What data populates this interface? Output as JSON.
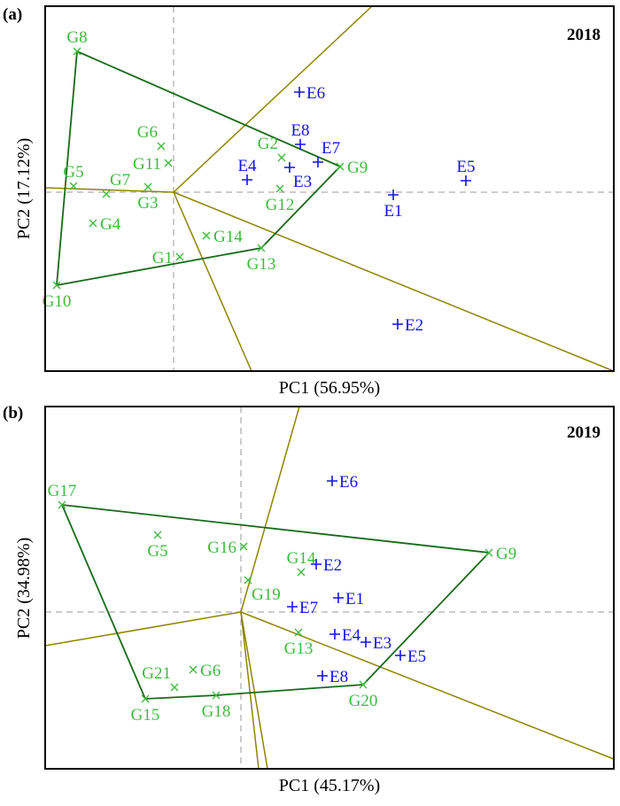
{
  "colors": {
    "genotype": "#3dbb3d",
    "environment": "#1414e6",
    "hull": "#176a17",
    "rays": "#8c8500",
    "axis_ref": "#bbbbbb"
  },
  "chart_data": [
    {
      "type": "scatter",
      "panel_label": "(a)",
      "title": "2018",
      "xlabel": "PC1 (56.95%)",
      "ylabel": "PC2 (17.12%)",
      "xlim": [
        -2.9,
        9.94
      ],
      "ylim": [
        -4.04,
        4.2
      ],
      "grid": false,
      "genotypes": [
        {
          "name": "G8",
          "x": -2.18,
          "y": 3.18,
          "label": "above"
        },
        {
          "name": "G6",
          "x": -0.28,
          "y": 1.04,
          "label": "aboveleft"
        },
        {
          "name": "G11",
          "x": -0.12,
          "y": 0.66,
          "label": "left"
        },
        {
          "name": "G5",
          "x": -2.26,
          "y": 0.14,
          "label": "above"
        },
        {
          "name": "G7",
          "x": -1.52,
          "y": -0.04,
          "label": "aboveright"
        },
        {
          "name": "G3",
          "x": -0.58,
          "y": 0.12,
          "label": "below"
        },
        {
          "name": "G4",
          "x": -1.82,
          "y": -0.7,
          "label": "right"
        },
        {
          "name": "G1",
          "x": 0.14,
          "y": -1.46,
          "label": "left"
        },
        {
          "name": "G14",
          "x": 0.74,
          "y": -0.98,
          "label": "right"
        },
        {
          "name": "G13",
          "x": 1.98,
          "y": -1.26,
          "label": "below"
        },
        {
          "name": "G10",
          "x": -2.64,
          "y": -2.1,
          "label": "below"
        },
        {
          "name": "G2",
          "x": 2.44,
          "y": 0.78,
          "label": "aboveleft"
        },
        {
          "name": "G12",
          "x": 2.4,
          "y": 0.08,
          "label": "below"
        },
        {
          "name": "G9",
          "x": 3.76,
          "y": 0.58,
          "label": "right"
        }
      ],
      "environments": [
        {
          "name": "E4",
          "x": 1.66,
          "y": 0.28,
          "label": "above"
        },
        {
          "name": "E3",
          "x": 2.62,
          "y": 0.56,
          "label": "belowright"
        },
        {
          "name": "E8",
          "x": 2.86,
          "y": 1.08,
          "label": "above"
        },
        {
          "name": "E7",
          "x": 3.26,
          "y": 0.68,
          "label": "aboveright"
        },
        {
          "name": "E6",
          "x": 2.84,
          "y": 2.26,
          "label": "right"
        },
        {
          "name": "E5",
          "x": 6.6,
          "y": 0.26,
          "label": "above"
        },
        {
          "name": "E1",
          "x": 4.96,
          "y": -0.06,
          "label": "below"
        },
        {
          "name": "E2",
          "x": 5.06,
          "y": -2.98,
          "label": "right"
        }
      ],
      "hull": [
        "G8",
        "G9",
        "G13",
        "G10"
      ],
      "sector_rays": [
        [
          -2.9,
          0.1
        ],
        [
          4.48,
          4.2
        ],
        [
          9.94,
          -4.04
        ],
        [
          1.76,
          -4.04
        ]
      ]
    },
    {
      "type": "scatter",
      "panel_label": "(b)",
      "title": "2019",
      "xlabel": "PC1 (45.17%)",
      "ylabel": "PC2 (34.98%)",
      "xlim": [
        -4.42,
        8.42
      ],
      "ylim": [
        -3.54,
        4.64
      ],
      "grid": false,
      "genotypes": [
        {
          "name": "G17",
          "x": -4.04,
          "y": 2.42,
          "label": "above"
        },
        {
          "name": "G5",
          "x": -1.88,
          "y": 1.74,
          "label": "below"
        },
        {
          "name": "G16",
          "x": 0.06,
          "y": 1.48,
          "label": "left"
        },
        {
          "name": "G14",
          "x": 1.36,
          "y": 0.9,
          "label": "above"
        },
        {
          "name": "G19",
          "x": 0.16,
          "y": 0.72,
          "label": "belowright"
        },
        {
          "name": "G9",
          "x": 5.6,
          "y": 1.34,
          "label": "right"
        },
        {
          "name": "G13",
          "x": 1.3,
          "y": -0.46,
          "label": "below"
        },
        {
          "name": "G6",
          "x": -1.08,
          "y": -1.3,
          "label": "right"
        },
        {
          "name": "G21",
          "x": -1.5,
          "y": -1.7,
          "label": "aboveleft"
        },
        {
          "name": "G15",
          "x": -2.16,
          "y": -1.96,
          "label": "below"
        },
        {
          "name": "G18",
          "x": -0.56,
          "y": -1.88,
          "label": "below"
        },
        {
          "name": "G20",
          "x": 2.76,
          "y": -1.64,
          "label": "below"
        }
      ],
      "environments": [
        {
          "name": "E6",
          "x": 2.06,
          "y": 2.96,
          "label": "right"
        },
        {
          "name": "E2",
          "x": 1.7,
          "y": 1.08,
          "label": "right"
        },
        {
          "name": "E1",
          "x": 2.2,
          "y": 0.32,
          "label": "right"
        },
        {
          "name": "E7",
          "x": 1.16,
          "y": 0.12,
          "label": "right"
        },
        {
          "name": "E4",
          "x": 2.12,
          "y": -0.5,
          "label": "right"
        },
        {
          "name": "E3",
          "x": 2.82,
          "y": -0.68,
          "label": "right"
        },
        {
          "name": "E5",
          "x": 3.6,
          "y": -0.98,
          "label": "right"
        },
        {
          "name": "E8",
          "x": 1.84,
          "y": -1.44,
          "label": "right"
        }
      ],
      "hull": [
        "G17",
        "G9",
        "G20",
        "G18",
        "G15"
      ],
      "sector_rays": [
        [
          1.32,
          4.64
        ],
        [
          -4.42,
          -0.76
        ],
        [
          8.42,
          -3.32
        ],
        [
          0.4,
          -3.54
        ],
        [
          0.6,
          -3.54
        ]
      ]
    }
  ]
}
